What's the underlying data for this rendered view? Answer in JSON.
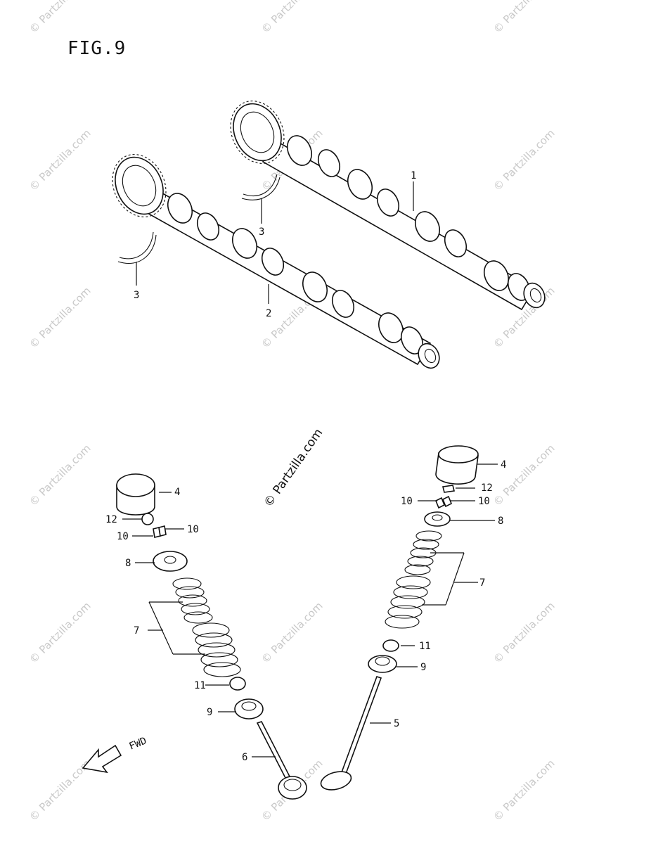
{
  "figure": {
    "title": "FIG.9"
  },
  "watermark": {
    "text": "© Partzilla.com"
  },
  "center_watermark": {
    "text": "© Partzilla.com"
  },
  "fwd_label": "FWD",
  "callouts": {
    "c1": "1",
    "c2": "2",
    "c3a": "3",
    "c3b": "3",
    "c4l": "4",
    "c4r": "4",
    "c12l": "12",
    "c12r": "12",
    "c10la": "10",
    "c10lb": "10",
    "c10ra": "10",
    "c10rb": "10",
    "c8l": "8",
    "c8r": "8",
    "c7l": "7",
    "c7r": "7",
    "c11l": "11",
    "c11r": "11",
    "c9l": "9",
    "c9r": "9",
    "c6": "6",
    "c5": "5"
  }
}
